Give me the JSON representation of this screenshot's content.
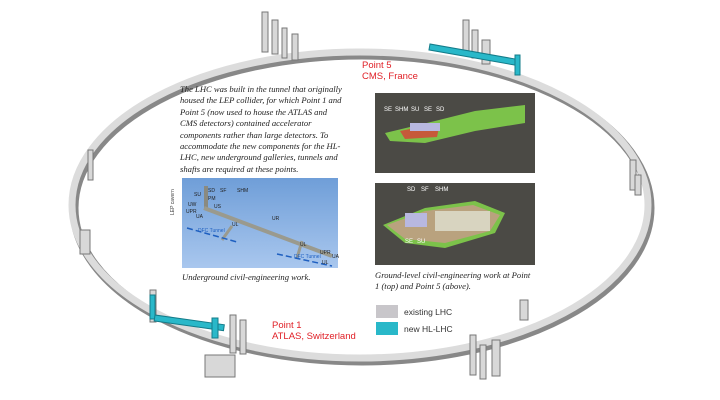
{
  "intro_text": "The LHC was built in the tunnel that originally housed the LEP collider, for which Point 1 and Point 5 (now used to house the ATLAS and CMS detectors) contained accelerator components rather than large detectors. To accommodate the new components for the HL-LHC, new underground galleries, tunnels and shafts are required at these points.",
  "point5": {
    "title": "Point 5",
    "location": "CMS, France"
  },
  "point1": {
    "title": "Point 1",
    "location": "ATLAS, Switzerland"
  },
  "underground": {
    "caption": "Underground civil-engineering work.",
    "side_label": "LEP cavern",
    "labels": [
      "SU",
      "SD",
      "SF",
      "SHM",
      "PM",
      "UW",
      "US",
      "UPR",
      "UA",
      "UL",
      "UR",
      "UL",
      "UPR",
      "UA",
      "UL"
    ],
    "tunnel_labels": [
      "DFC Tunnel",
      "DFC Tunnel"
    ]
  },
  "ground": {
    "caption": "Ground-level civil-engineering work at Point 1 (top) and Point 5 (above).",
    "top_labels": [
      "SE",
      "SHM",
      "SU",
      "SE",
      "SD"
    ],
    "bottom_labels": [
      "SD",
      "SF",
      "SHM",
      "SE",
      "SU"
    ]
  },
  "legend": [
    {
      "label": "existing LHC",
      "color": "#c8c6ca"
    },
    {
      "label": "new HL-LHC",
      "color": "#29b8c9"
    }
  ],
  "colors": {
    "accent_red": "#e01f26",
    "tunnel": "#d6d6d6",
    "new": "#29b8c9"
  }
}
